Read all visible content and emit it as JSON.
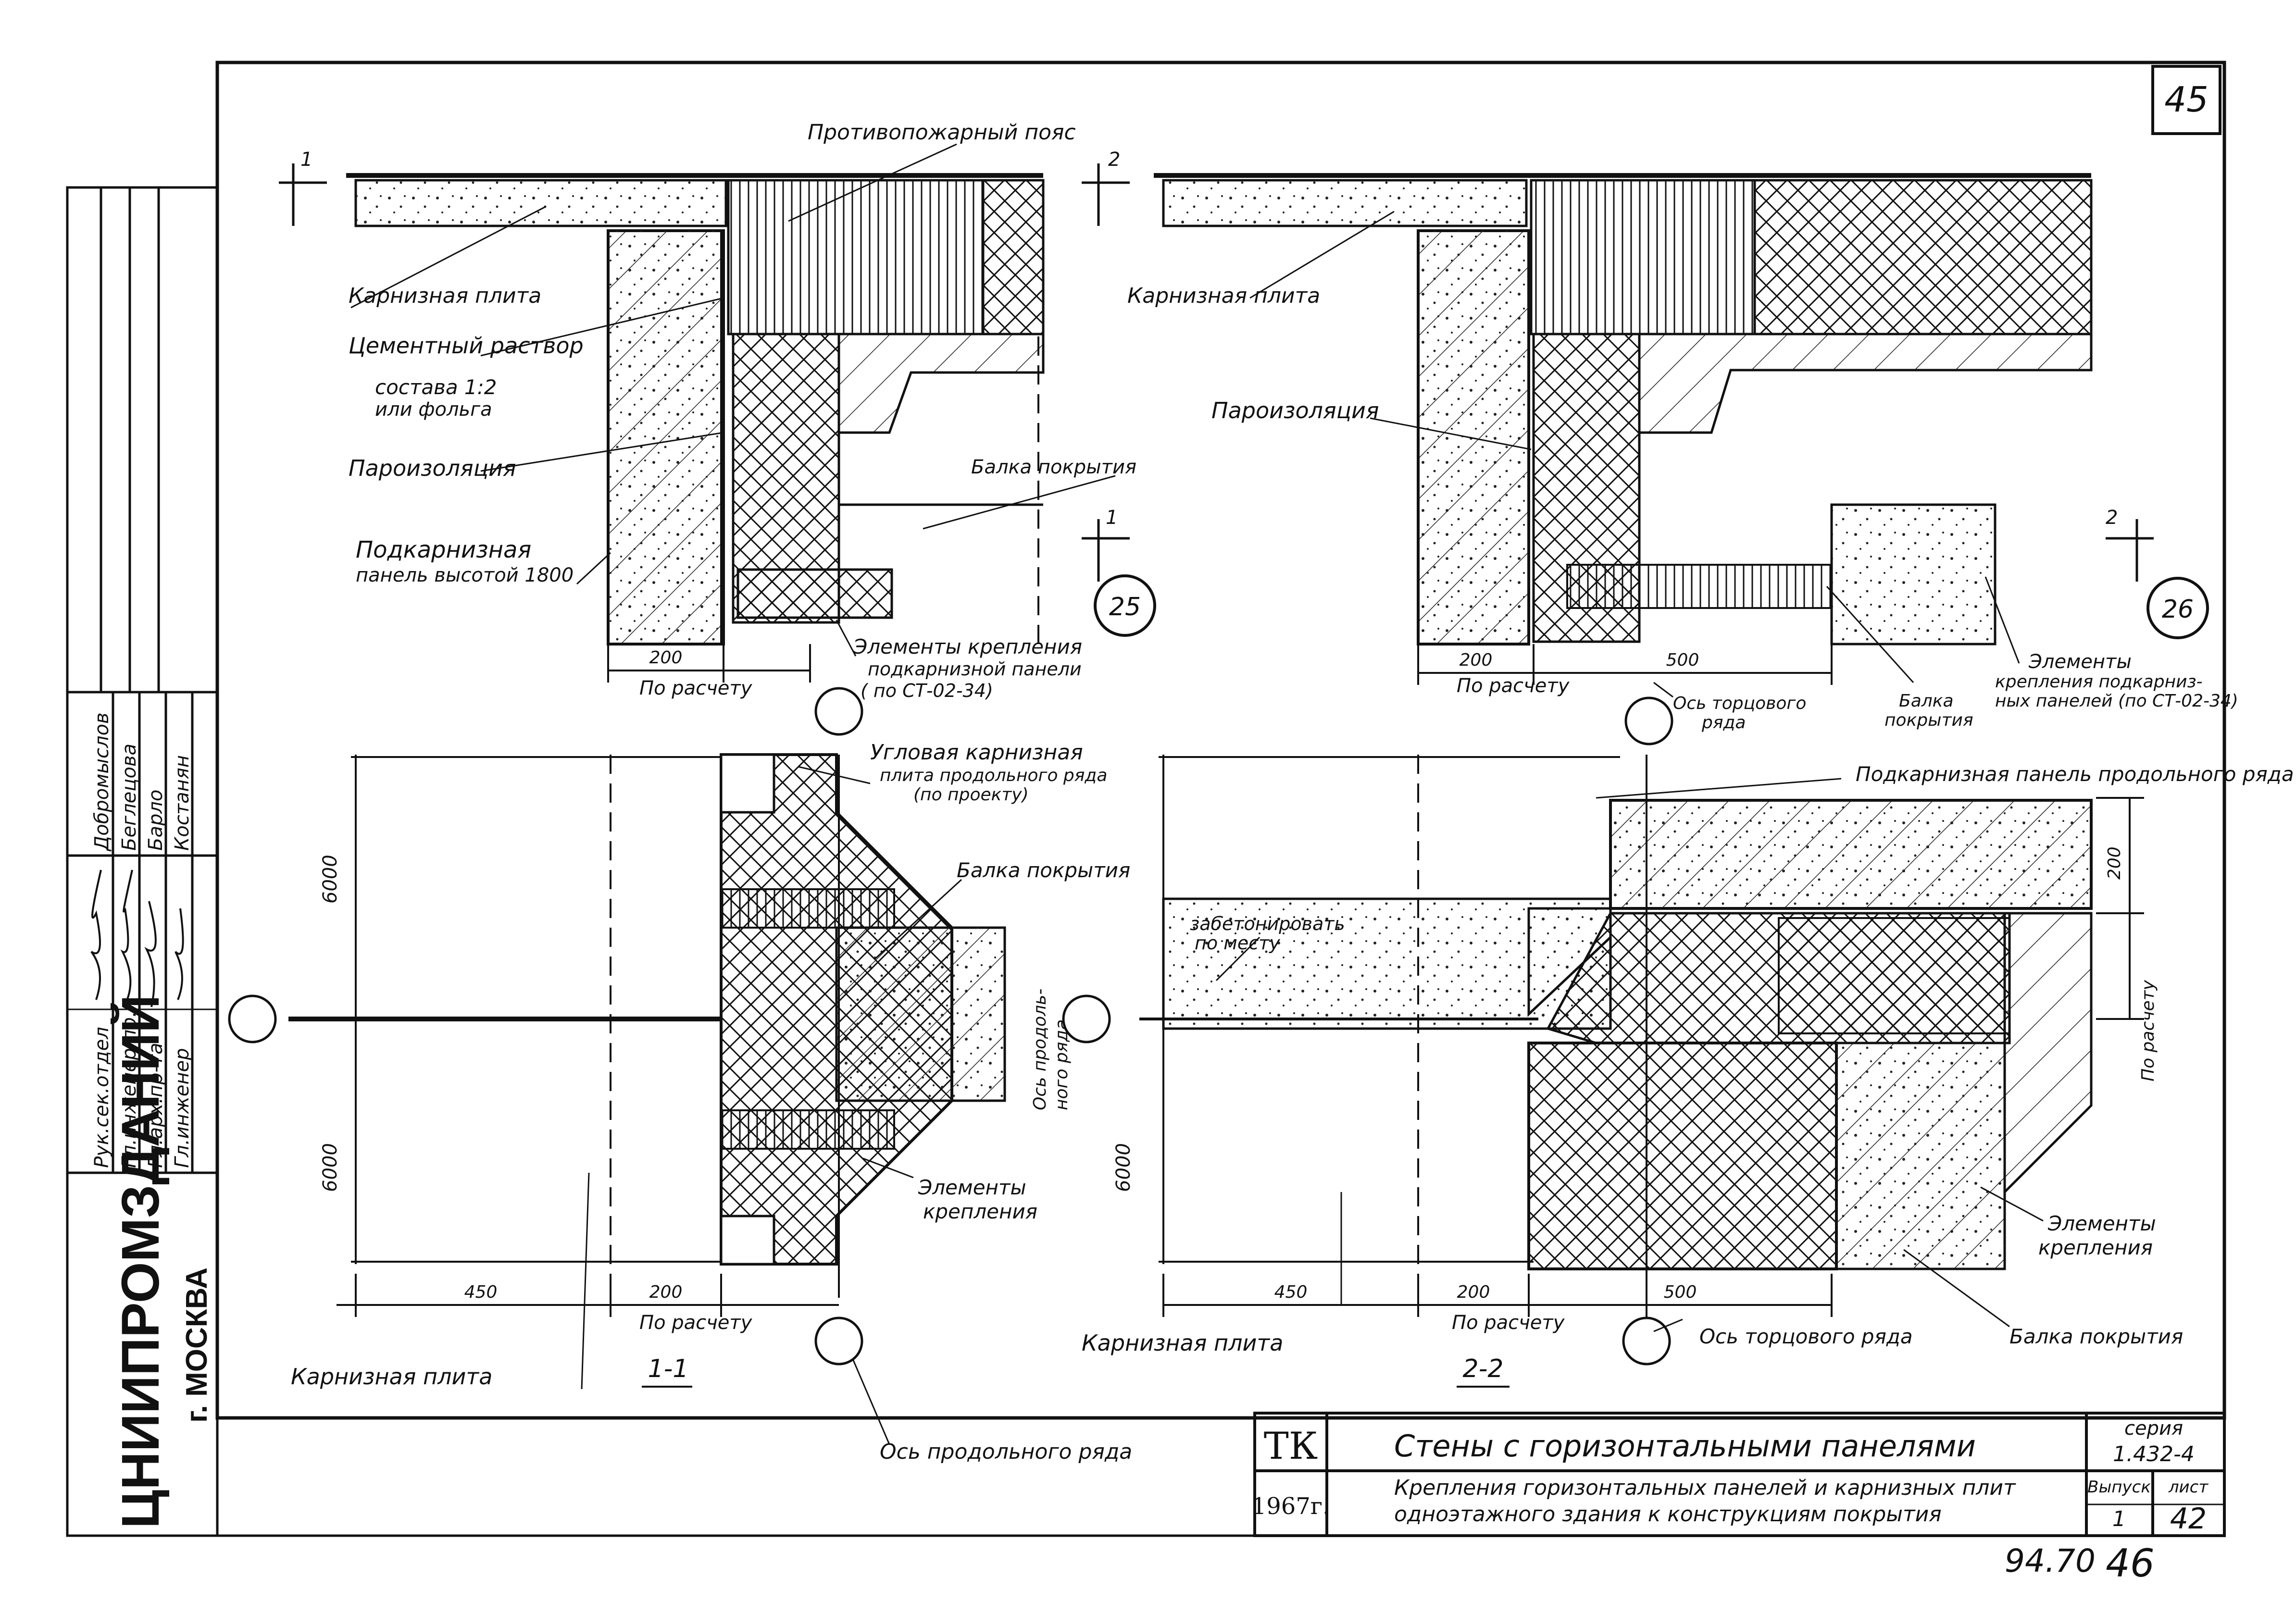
{
  "sheet": {
    "page_number": "45",
    "bottom_number_left": "94.70",
    "bottom_number_right": "46"
  },
  "stamp_block": {
    "org": "ЦНИИПРОМЗДАНИЙ",
    "city": "г. МОСКВА",
    "roles": [
      "Рук.сек.отдел",
      "Гл.инженер пр.",
      "Гл.арх.пр-та",
      "Гл.инженер"
    ],
    "names": [
      "Добромыслов",
      "Беглецова",
      "Барло",
      "Костанян"
    ]
  },
  "title_block": {
    "code": "ТК",
    "year": "1967г.",
    "title": "Стены с горизонтальными панелями",
    "subtitle_1": "Крепления горизонтальных панелей и карнизных плит",
    "subtitle_2": "одноэтажного здания к конструкциям покрытия",
    "series_label": "серия",
    "series_value": "1.432-4",
    "issue_label": "Выпуск",
    "issue_value": "1",
    "sheet_label": "лист",
    "sheet_value": "42"
  },
  "detail_25": {
    "number": "25",
    "label_fire_belt": "Противопожарный пояс",
    "label_eave_slab": "Карнизная плита",
    "label_mortar": "Цементный раствор",
    "label_mortar_2": "состава 1:2",
    "label_mortar_3": "или фольга",
    "label_vapor": "Пароизоляция",
    "label_beam": "Балка покрытия",
    "label_subpanel_1": "Подкарнизная",
    "label_subpanel_2": "панель высотой 1800",
    "label_fix_1": "Элементы крепления",
    "label_fix_2": "подкарнизной панели",
    "label_fix_3": "( по СТ-02-34)",
    "dim_200": "200",
    "dim_calc": "По расчету",
    "section_mark_1": "1",
    "section_mark_1b": "1"
  },
  "detail_26": {
    "number": "26",
    "label_eave_slab": "Карнизная плита",
    "label_vapor": "Пароизоляция",
    "label_fix_1": "Элементы",
    "label_fix_2": "крепления подкарниз-",
    "label_fix_3": "ных панелей (по СТ-02-34)",
    "label_beam_1": "Балка",
    "label_beam_2": "покрытия",
    "label_axis_1": "Ось торцового",
    "label_axis_2": "ряда",
    "dim_200": "200",
    "dim_500": "500",
    "dim_calc": "По расчету",
    "section_mark_2": "2",
    "section_mark_2b": "2"
  },
  "section_1_1": {
    "name": "1-1",
    "label_corner_1": "Угловая карнизная",
    "label_corner_2": "плита продольного ряда",
    "label_corner_3": "(по проекту)",
    "label_beam": "Балка покрытия",
    "label_fix_1": "Элементы",
    "label_fix_2": "крепления",
    "label_axis_long_1": "Ось продоль-",
    "label_axis_long_2": "ного ряда",
    "label_eave_slab": "Карнизная плита",
    "label_axis_bottom": "Ось продольного ряда",
    "dim_6000_top": "6000",
    "dim_6000_bot": "6000",
    "dim_450": "450",
    "dim_200": "200",
    "dim_calc": "По расчету"
  },
  "section_2_2": {
    "name": "2-2",
    "label_subpanel": "Подкарнизная панель продольного ряда",
    "label_concrete_1": "забетонировать",
    "label_concrete_2": "по месту",
    "label_fix_1": "Элементы",
    "label_fix_2": "крепления",
    "label_beam": "Балка покрытия",
    "label_eave_slab": "Карнизная плита",
    "label_axis": "Ось торцового ряда",
    "dim_6000": "6000",
    "dim_200_right": "200",
    "dim_calc_right": "По расчету",
    "dim_450": "450",
    "dim_200": "200",
    "dim_500": "500",
    "dim_calc": "По расчету"
  }
}
